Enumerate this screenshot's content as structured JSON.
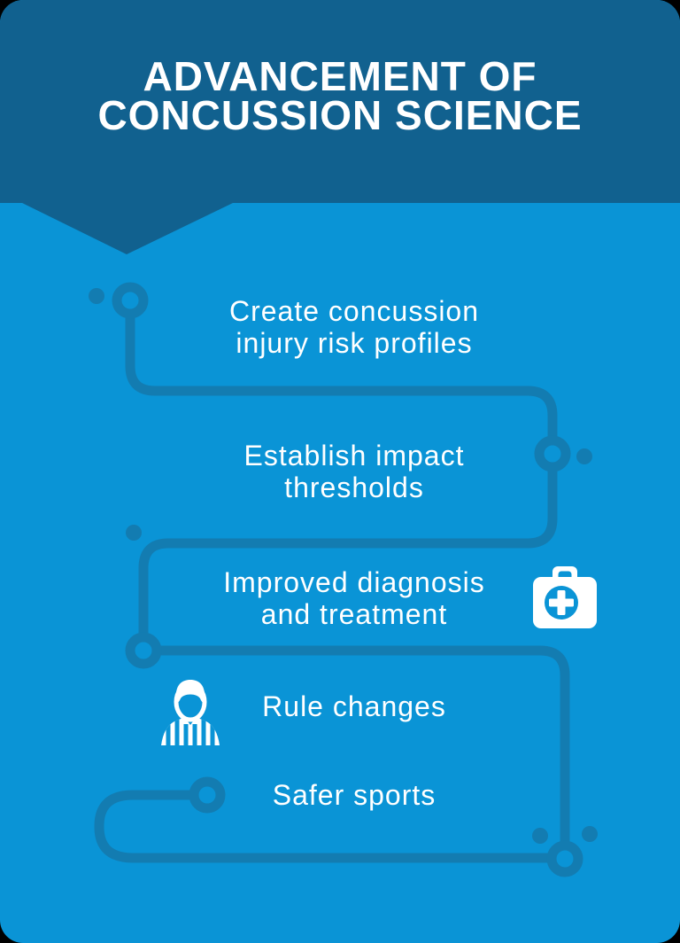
{
  "title": {
    "line1": "ADVANCEMENT OF",
    "line2": "CONCUSSION SCIENCE"
  },
  "items": [
    {
      "line1": "Create concussion",
      "line2": "injury risk profiles"
    },
    {
      "line1": "Establish impact",
      "line2": "thresholds"
    },
    {
      "line1": "Improved diagnosis",
      "line2": "and treatment",
      "icon": "first-aid-kit-icon"
    },
    {
      "line1": "Rule changes",
      "icon": "referee-icon"
    },
    {
      "line1": "Safer sports"
    }
  ],
  "colors": {
    "header_blue": "#11618F",
    "body_blue": "#0A94D6",
    "path_blue": "#137CB1",
    "text_white": "#FFFFFF",
    "outside": "#000000"
  }
}
